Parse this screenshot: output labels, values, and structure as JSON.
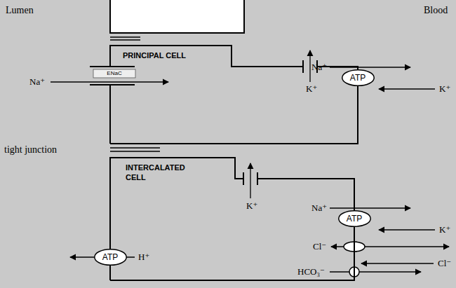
{
  "diagram": {
    "nodes": [
      {
        "text": [
          "PRINCIPAL CELL"
        ]
      },
      {
        "text": [
          "ENaC"
        ],
        "in": 0
      },
      {
        "text": [
          "ATP"
        ],
        "in": 0
      },
      {
        "text": [
          "INTERCALATED CELL"
        ]
      },
      {
        "text": [
          "ATP"
        ],
        "in": 3
      },
      {
        "text": [
          "ATP"
        ],
        "in": 3
      }
    ],
    "labels": [
      "Lumen",
      "Blood",
      "Na⁺",
      "Na⁺",
      "K⁺",
      "K⁺",
      "tight junction",
      "Na⁺",
      "K⁺",
      "K⁺",
      "Cl⁻",
      "Cl⁻",
      "HCO₃⁻",
      "H⁺"
    ]
  }
}
